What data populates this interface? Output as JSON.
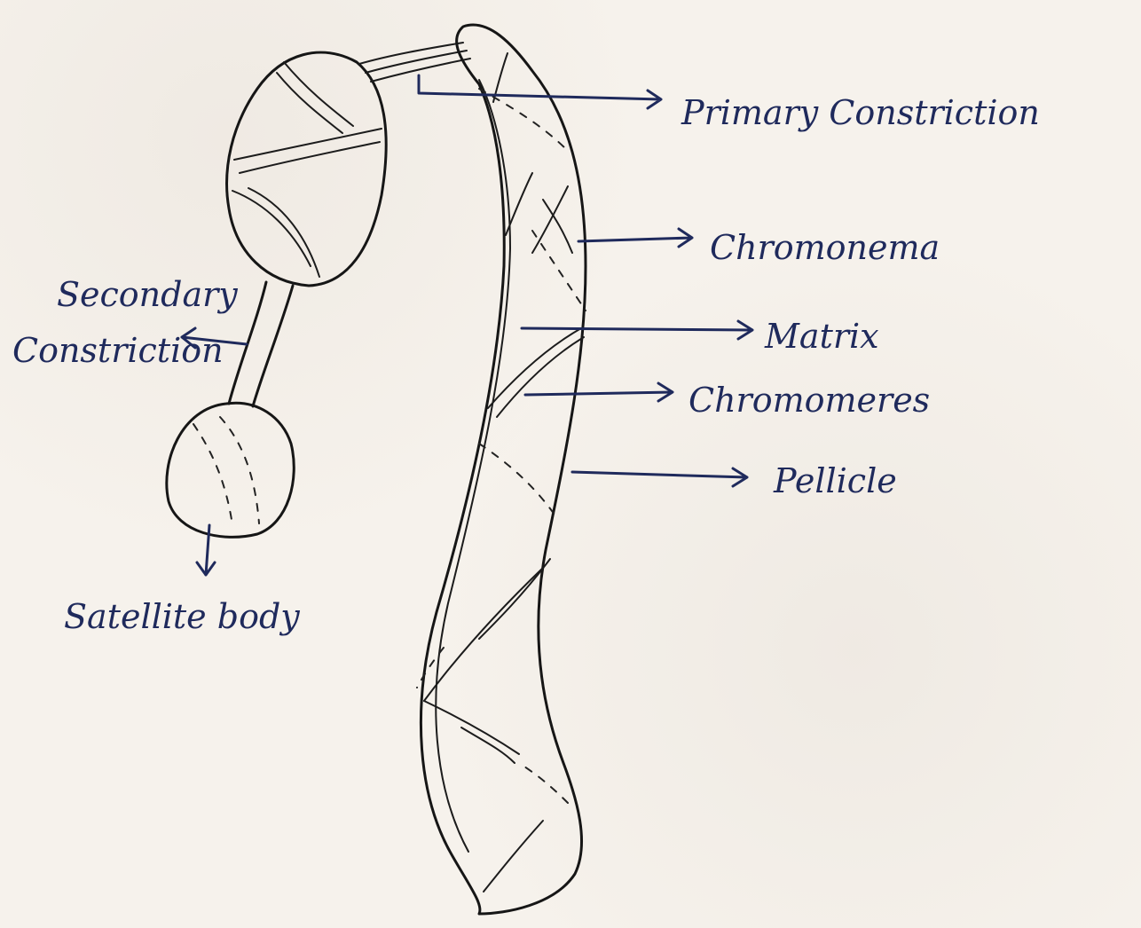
{
  "labels": {
    "primary_constriction": "Primary Constriction",
    "chromonema": "Chromonema",
    "matrix": "Matrix",
    "chromomeres": "Chromomeres",
    "pellicle": "Pellicle",
    "secondary_constriction_line1": "Secondary",
    "secondary_constriction_line2": "Constriction",
    "satellite_body": "Satellite body"
  },
  "colors": {
    "ink": "#161616",
    "label_ink": "#1f2a5c",
    "paper": "#f6f2ec"
  }
}
